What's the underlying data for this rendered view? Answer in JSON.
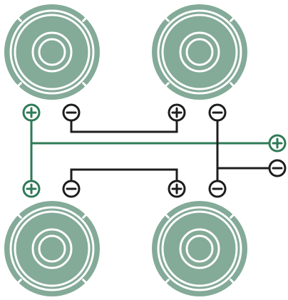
{
  "diagram": {
    "colors": {
      "speaker_fill": "#84aa98",
      "speaker_ring": "#ffffff",
      "green_wire": "#2f7a57",
      "black_wire": "#1d1d1d",
      "background": "#ffffff"
    },
    "speakers": [
      {
        "id": "speaker-top-left",
        "name": "speaker-icon"
      },
      {
        "id": "speaker-top-right",
        "name": "speaker-icon"
      },
      {
        "id": "speaker-bottom-left",
        "name": "speaker-icon"
      },
      {
        "id": "speaker-bottom-right",
        "name": "speaker-icon"
      }
    ],
    "terminals": {
      "positive_symbol": "+",
      "negative_symbol": "−"
    },
    "icons": {
      "positive": "plus-terminal-icon",
      "negative": "minus-terminal-icon"
    }
  }
}
